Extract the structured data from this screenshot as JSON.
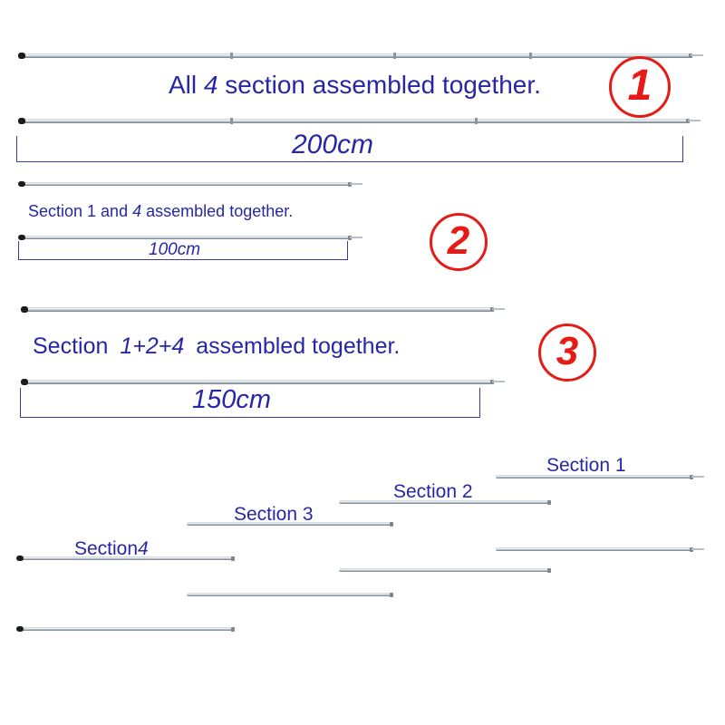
{
  "group1": {
    "badge": "1",
    "caption_prefix": "All",
    "caption_num": "4",
    "caption_suffix": "section assembled together.",
    "length": "200cm"
  },
  "group2": {
    "badge": "2",
    "caption_prefix": "Section 1 and",
    "caption_num": "4",
    "caption_suffix": "assembled together.",
    "length": "100cm"
  },
  "group3": {
    "badge": "3",
    "caption_prefix": "Section",
    "caption_num": "1+2+4",
    "caption_suffix": "assembled together.",
    "length": "150cm"
  },
  "sections": {
    "s1": "Section 1",
    "s2": "Section 2",
    "s3": "Section 3",
    "s4_prefix": "Section",
    "s4_num": "4"
  },
  "colors": {
    "text": "#2727a6",
    "badge": "#e41b17"
  }
}
